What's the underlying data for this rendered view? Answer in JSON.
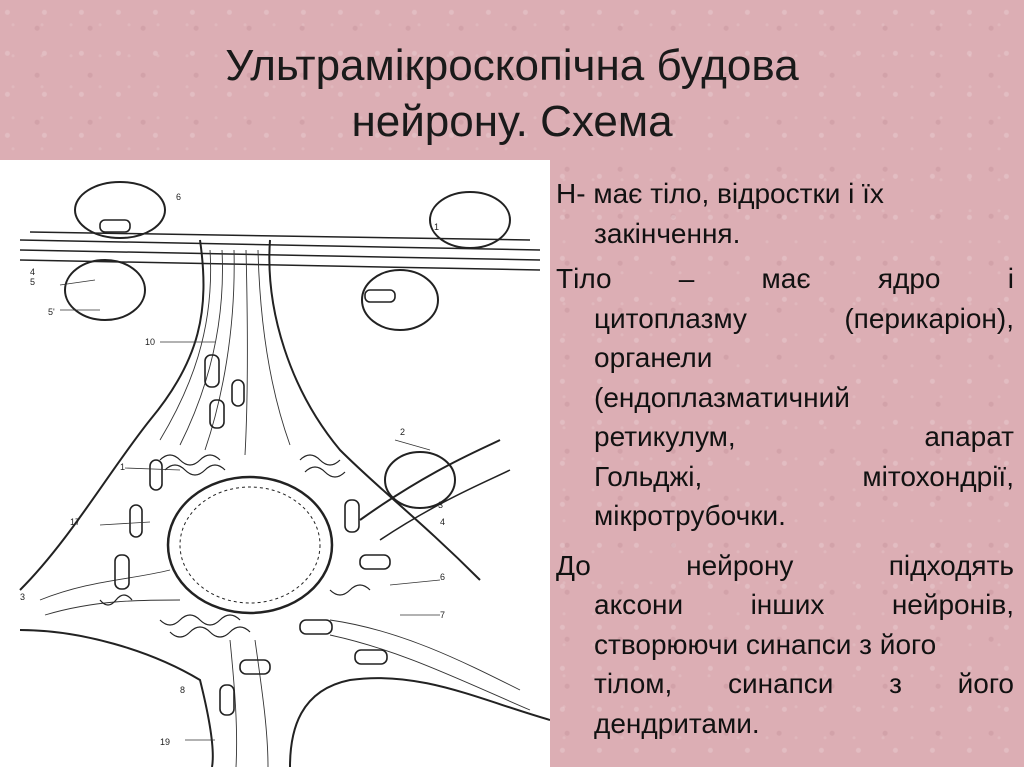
{
  "title": {
    "line1": "Ультрамікроскопічна будова",
    "line2": "нейрону. Схема"
  },
  "figure_labels": [
    "6",
    "1",
    "4",
    "5",
    "5'",
    "10",
    "1",
    "2",
    "3",
    "4",
    "17",
    "6",
    "7",
    "8",
    "19",
    "3"
  ],
  "text": {
    "p1": {
      "line1": "Н- має тіло, відростки і їх",
      "line2": "закінчення."
    },
    "p2": {
      "line1_words": [
        "Тіло",
        "–",
        "має",
        "ядро",
        "і"
      ],
      "line2_words": [
        "цитоплазму",
        "(перикаріон),"
      ],
      "line3": "органели",
      "line4": "(ендоплазматичний",
      "line5_words": [
        "ретикулум,",
        "апарат"
      ],
      "line6_words": [
        "Гольджі,",
        "мітохондрії,"
      ],
      "line7": "мікротрубочки."
    },
    "p3": {
      "line1_words": [
        "До",
        "нейрону",
        "підходять"
      ],
      "line2_words": [
        "аксони",
        "інших",
        "нейронів,"
      ],
      "line3": "створюючи синапси з його",
      "line4_words": [
        "тілом,",
        "синапси",
        "з",
        "його"
      ],
      "line5": "дендритами."
    }
  }
}
